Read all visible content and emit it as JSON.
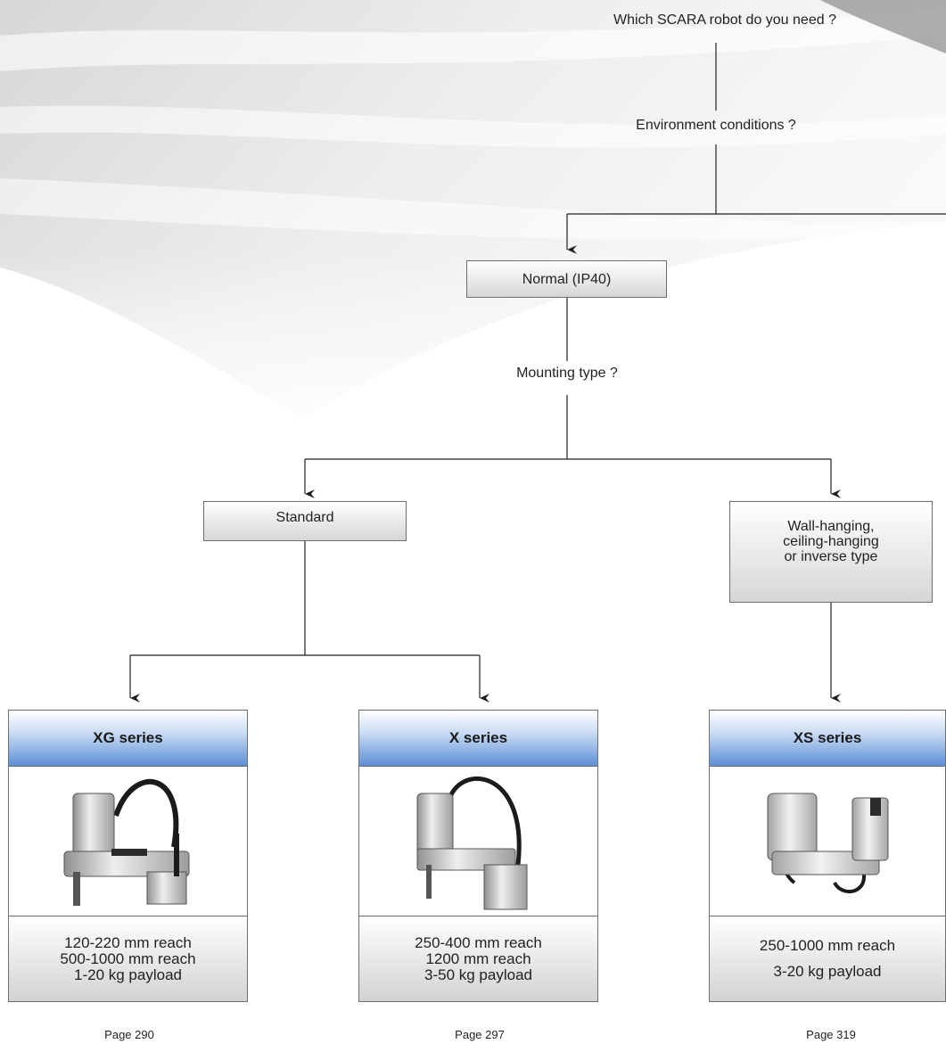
{
  "questions": {
    "q1": "Which SCARA robot do you need ?",
    "q2": "Environment conditions ?",
    "q3": "Mounting type ?"
  },
  "nodes": {
    "normal": "Normal (IP40)",
    "standard": "Standard",
    "wall": "Wall-hanging,\nceiling-hanging\nor inverse type"
  },
  "series": [
    {
      "name": "XG series",
      "specs": [
        "120-220 mm reach",
        "500-1000 mm reach",
        "1-20 kg payload"
      ],
      "page": "Page 290"
    },
    {
      "name": "X series",
      "specs": [
        "250-400 mm reach",
        "1200 mm reach",
        "3-50 kg payload"
      ],
      "page": "Page 297"
    },
    {
      "name": "XS series",
      "specs": [
        "250-1000 mm reach",
        "3-20 kg payload"
      ],
      "page": "Page 319"
    }
  ],
  "colors": {
    "header_blue": "#5d8fd6",
    "line": "#231f20"
  }
}
